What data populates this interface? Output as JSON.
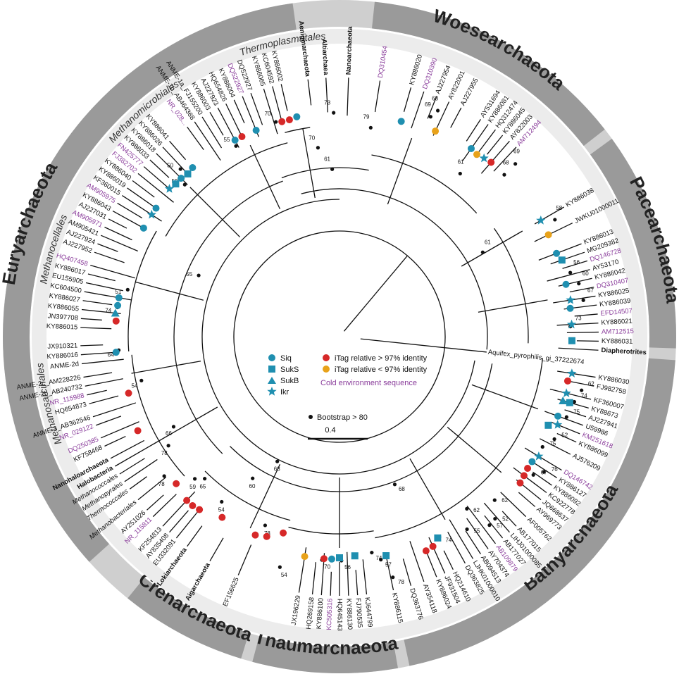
{
  "phyla": [
    {
      "name": "Woesearchaeota",
      "start": 6,
      "end": 52
    },
    {
      "name": "Pacearchaeota",
      "start": 54,
      "end": 92
    },
    {
      "name": "Bathyarchaeota",
      "start": 94,
      "end": 168
    },
    {
      "name": "Thaumarchaeota",
      "start": 170,
      "end": 195
    },
    {
      "name": "Crenarchaeota",
      "start": 197,
      "end": 219
    },
    {
      "name": "Euryarchaeota",
      "start": 228,
      "end": 352
    }
  ],
  "orders": [
    {
      "name": "Thermoplasmatales",
      "start": 340,
      "end": 358
    },
    {
      "name": "Methanomicrobiales",
      "start": 300,
      "end": 338
    },
    {
      "name": "Methanocellales",
      "start": 276,
      "end": 298
    },
    {
      "name": "Methanosarcinales",
      "start": 240,
      "end": 274
    }
  ],
  "leaves": [
    {
      "t": "Aenigmarchaeota",
      "a": 353,
      "s": "bold"
    },
    {
      "t": "Altiarchaea",
      "a": 357,
      "s": "bold"
    },
    {
      "t": "Nanoarchaeota",
      "a": 2,
      "s": "bold"
    },
    {
      "t": "DQ310454",
      "a": 9,
      "s": "cold"
    },
    {
      "t": "KY886020",
      "a": 16
    },
    {
      "t": "DQ310390",
      "a": 19,
      "s": "cold"
    },
    {
      "t": "AJ227954",
      "a": 22
    },
    {
      "t": "AY822001",
      "a": 25
    },
    {
      "t": "AJ227955",
      "a": 28
    },
    {
      "t": "AY531694",
      "a": 33
    },
    {
      "t": "KY886081",
      "a": 35
    },
    {
      "t": "HQ312474",
      "a": 37
    },
    {
      "t": "KY886045",
      "a": 39
    },
    {
      "t": "AY822003",
      "a": 41
    },
    {
      "t": "AM712494",
      "a": 43,
      "s": "cold"
    },
    {
      "t": "KY886038",
      "a": 60
    },
    {
      "t": "JWKU01000011",
      "a": 64
    },
    {
      "t": "KY886013",
      "a": 69
    },
    {
      "t": "MG209382",
      "a": 71
    },
    {
      "t": "DQ146728",
      "a": 73,
      "s": "cold"
    },
    {
      "t": "AY53170",
      "a": 75
    },
    {
      "t": "KY886042",
      "a": 77
    },
    {
      "t": "DQ310407",
      "a": 79,
      "s": "cold"
    },
    {
      "t": "KY886025",
      "a": 81
    },
    {
      "t": "KY886039",
      "a": 83
    },
    {
      "t": "EFD14507",
      "a": 85,
      "s": "cold"
    },
    {
      "t": "KY886021",
      "a": 87
    },
    {
      "t": "AM712515",
      "a": 89,
      "s": "cold"
    },
    {
      "t": "KY886031",
      "a": 91
    },
    {
      "t": "Diapherotrites",
      "a": 93,
      "s": "bold"
    },
    {
      "t": "Aquifex_pyrophilis_gi_37222674",
      "a": 96
    },
    {
      "t": "KY886030",
      "a": 99
    },
    {
      "t": "FJ982758",
      "a": 101
    },
    {
      "t": "KF360007",
      "a": 104
    },
    {
      "t": "KY88673",
      "a": 106
    },
    {
      "t": "AJ227941",
      "a": 108
    },
    {
      "t": "U59986",
      "a": 110
    },
    {
      "t": "KM251618",
      "a": 112,
      "s": "cold"
    },
    {
      "t": "KY886099",
      "a": 114
    },
    {
      "t": "AJ576209",
      "a": 117
    },
    {
      "t": "DQ146742",
      "a": 121,
      "s": "cold"
    },
    {
      "t": "KY886127",
      "a": 123
    },
    {
      "t": "KY886092",
      "a": 125
    },
    {
      "t": "KC922778",
      "a": 127
    },
    {
      "t": "JQ668637",
      "a": 129
    },
    {
      "t": "AY969773",
      "a": 131
    },
    {
      "t": "AF005762",
      "a": 134
    },
    {
      "t": "AB177015",
      "a": 137
    },
    {
      "t": "LIHJ01000085",
      "a": 139
    },
    {
      "t": "AB177027",
      "a": 141
    },
    {
      "t": "AB109879",
      "a": 143,
      "s": "cold"
    },
    {
      "t": "AY704374",
      "a": 145
    },
    {
      "t": "AB094513",
      "a": 147
    },
    {
      "t": "LJHK01000010",
      "a": 149
    },
    {
      "t": "DQ363825",
      "a": 151
    },
    {
      "t": "HQ214610",
      "a": 154
    },
    {
      "t": "JF931504",
      "a": 156
    },
    {
      "t": "KY886024",
      "a": 158
    },
    {
      "t": "AY354118",
      "a": 161
    },
    {
      "t": "DQ363776",
      "a": 164
    },
    {
      "t": "KY886115",
      "a": 168
    },
    {
      "t": "KJ644799",
      "a": 174
    },
    {
      "t": "FJ790535",
      "a": 176
    },
    {
      "t": "KY886130",
      "a": 178
    },
    {
      "t": "HQ645143",
      "a": 180
    },
    {
      "t": "KC505316",
      "a": 182,
      "s": "cold"
    },
    {
      "t": "KY886100",
      "a": 184
    },
    {
      "t": "HQ269158",
      "a": 186
    },
    {
      "t": "JX196229",
      "a": 189
    },
    {
      "t": "EF156625",
      "a": 203
    },
    {
      "t": "Aigarchaeota",
      "a": 210,
      "s": "bold"
    },
    {
      "t": "Lokiarchaeota",
      "a": 216,
      "s": "bold"
    },
    {
      "t": "EU332091",
      "a": 219
    },
    {
      "t": "AY835408",
      "a": 221
    },
    {
      "t": "KF254813",
      "a": 223
    },
    {
      "t": "NR_115811",
      "a": 226,
      "s": "cold"
    },
    {
      "t": "AY251026",
      "a": 228
    },
    {
      "t": "Methanobacteriales",
      "a": 231,
      "s": "italic"
    },
    {
      "t": "Thermococcales",
      "a": 234,
      "s": "italic"
    },
    {
      "t": "Methanopyrales",
      "a": 236,
      "s": "italic"
    },
    {
      "t": "Methanococcales",
      "a": 238,
      "s": "italic"
    },
    {
      "t": "Halobacteria",
      "a": 240,
      "s": "bold"
    },
    {
      "t": "Nanohaloarchaeota",
      "a": 242,
      "s": "bold"
    },
    {
      "t": "KF758468",
      "a": 245
    },
    {
      "t": "DQ250385",
      "a": 247,
      "s": "cold"
    },
    {
      "t": "NR_029122",
      "a": 250,
      "s": "cold"
    },
    {
      "t": "ANME-3_AB362546",
      "a": 252
    },
    {
      "t": "HQ654873",
      "a": 255
    },
    {
      "t": "NR_115988",
      "a": 257,
      "s": "cold"
    },
    {
      "t": "ANME-2b_AB240732",
      "a": 259
    },
    {
      "t": "ANME-2c_AM228226",
      "a": 261
    },
    {
      "t": "ANME-2d",
      "a": 264
    },
    {
      "t": "KY886016",
      "a": 266
    },
    {
      "t": "JX910321",
      "a": 268
    },
    {
      "t": "KY886015",
      "a": 272
    },
    {
      "t": "JN397708",
      "a": 274
    },
    {
      "t": "KY886055",
      "a": 276
    },
    {
      "t": "KY886027",
      "a": 278
    },
    {
      "t": "KC604500",
      "a": 280
    },
    {
      "t": "EU155905",
      "a": 282
    },
    {
      "t": "KY886017",
      "a": 284
    },
    {
      "t": "HQ407458",
      "a": 286,
      "s": "cold"
    },
    {
      "t": "AJ227952",
      "a": 289
    },
    {
      "t": "AJ227924",
      "a": 291
    },
    {
      "t": "AM905421",
      "a": 293
    },
    {
      "t": "AM905971",
      "a": 295,
      "s": "cold"
    },
    {
      "t": "AJ227031",
      "a": 297
    },
    {
      "t": "KY886043",
      "a": 299
    },
    {
      "t": "AM905975",
      "a": 301,
      "s": "cold"
    },
    {
      "t": "KF360015",
      "a": 303
    },
    {
      "t": "KY886019",
      "a": 305
    },
    {
      "t": "KY886040",
      "a": 307
    },
    {
      "t": "FJ382702",
      "a": 309,
      "s": "cold"
    },
    {
      "t": "FN425777",
      "a": 311,
      "s": "cold"
    },
    {
      "t": "KY886033",
      "a": 313
    },
    {
      "t": "KY886018",
      "a": 315
    },
    {
      "t": "KY886026",
      "a": 317
    },
    {
      "t": "KY886041",
      "a": 319
    },
    {
      "t": "NR_028...",
      "a": 324,
      "s": "cold"
    },
    {
      "t": "ANME-1b_AB464368",
      "a": 326
    },
    {
      "t": "ANME-1a_FJ155200",
      "a": 328
    },
    {
      "t": "KY886003",
      "a": 330
    },
    {
      "t": "AJ227923",
      "a": 332
    },
    {
      "t": "HQ654826",
      "a": 334
    },
    {
      "t": "KY886004",
      "a": 336
    },
    {
      "t": "DQ522927",
      "a": 338,
      "s": "cold"
    },
    {
      "t": "DQ522927",
      "a": 340
    },
    {
      "t": "KY886065",
      "a": 343
    },
    {
      "t": "KC604592",
      "a": 345
    },
    {
      "t": "KY886002",
      "a": 347
    }
  ],
  "bootstraps": [
    {
      "t": "61",
      "a": 356,
      "r": 250
    },
    {
      "t": "70",
      "a": 352,
      "r": 282
    },
    {
      "t": "73",
      "a": 357,
      "r": 330
    },
    {
      "t": "79",
      "a": 7,
      "r": 312
    },
    {
      "t": "70",
      "a": 342,
      "r": 330
    },
    {
      "t": "55",
      "a": 330,
      "r": 320
    },
    {
      "t": "69",
      "a": 21,
      "r": 350
    },
    {
      "t": "68",
      "a": 22,
      "r": 362
    },
    {
      "t": "61",
      "a": 35,
      "r": 300
    },
    {
      "t": "68",
      "a": 44,
      "r": 340
    },
    {
      "t": "69",
      "a": 44,
      "r": 362
    },
    {
      "t": "61",
      "a": 58,
      "r": 248
    },
    {
      "t": "58",
      "a": 60,
      "r": 360
    },
    {
      "t": "56",
      "a": 73,
      "r": 352
    },
    {
      "t": "60",
      "a": 76,
      "r": 360
    },
    {
      "t": "67",
      "a": 80,
      "r": 362
    },
    {
      "t": "73",
      "a": 86,
      "r": 340
    },
    {
      "t": "62",
      "a": 101,
      "r": 364
    },
    {
      "t": "74",
      "a": 104,
      "r": 358
    },
    {
      "t": "75",
      "a": 108,
      "r": 354
    },
    {
      "t": "52",
      "a": 114,
      "r": 350
    },
    {
      "t": "75",
      "a": 117,
      "r": 340
    },
    {
      "t": "76",
      "a": 122,
      "r": 360
    },
    {
      "t": "67",
      "a": 124,
      "r": 350
    },
    {
      "t": "62",
      "a": 135,
      "r": 332
    },
    {
      "t": "52",
      "a": 138,
      "r": 352
    },
    {
      "t": "57",
      "a": 140,
      "r": 354
    },
    {
      "t": "55",
      "a": 145,
      "r": 340
    },
    {
      "t": "74",
      "a": 152,
      "r": 330
    },
    {
      "t": "62",
      "a": 142,
      "r": 316
    },
    {
      "t": "78",
      "a": 166,
      "r": 362
    },
    {
      "t": "57",
      "a": 168,
      "r": 334
    },
    {
      "t": "74",
      "a": 170,
      "r": 322
    },
    {
      "t": "70",
      "a": 183,
      "r": 330
    },
    {
      "t": "56",
      "a": 178,
      "r": 330
    },
    {
      "t": "68",
      "a": 158,
      "r": 236
    },
    {
      "t": "68",
      "a": 205,
      "r": 210
    },
    {
      "t": "60",
      "a": 210,
      "r": 248
    },
    {
      "t": "78",
      "a": 200,
      "r": 300
    },
    {
      "t": "54",
      "a": 193,
      "r": 350
    },
    {
      "t": "54",
      "a": 214,
      "r": 300
    },
    {
      "t": "65",
      "a": 222,
      "r": 290
    },
    {
      "t": "59",
      "a": 224,
      "r": 300
    },
    {
      "t": "78",
      "a": 230,
      "r": 330
    },
    {
      "t": "78",
      "a": 236,
      "r": 300
    },
    {
      "t": "66",
      "a": 240,
      "r": 280
    },
    {
      "t": "54",
      "a": 256,
      "r": 300
    },
    {
      "t": "64",
      "a": 265,
      "r": 326
    },
    {
      "t": "74",
      "a": 276,
      "r": 330
    },
    {
      "t": "51",
      "a": 281,
      "r": 320
    },
    {
      "t": "55",
      "a": 292,
      "r": 230
    },
    {
      "t": "59",
      "a": 313,
      "r": 320
    },
    {
      "t": "50",
      "a": 315,
      "r": 340
    }
  ],
  "markers": [
    {
      "k": "circle",
      "c": "#1f8fb0",
      "a": 16,
      "r": 318
    },
    {
      "k": "circle",
      "c": "#e8a21a",
      "a": 25,
      "r": 322
    },
    {
      "k": "circle",
      "c": "#1f8fb0",
      "a": 35,
      "r": 326
    },
    {
      "k": "circle",
      "c": "#e8a21a",
      "a": 37,
      "r": 324
    },
    {
      "k": "circle",
      "c": "#d62828",
      "a": 41,
      "r": 328
    },
    {
      "k": "star",
      "c": "#1f8fb0",
      "a": 39,
      "r": 326
    },
    {
      "k": "star",
      "c": "#1f8fb0",
      "a": 60,
      "r": 330
    },
    {
      "k": "circle",
      "c": "#e8a21a",
      "a": 64,
      "r": 330
    },
    {
      "k": "circle",
      "c": "#1f8fb0",
      "a": 69,
      "r": 330
    },
    {
      "k": "square",
      "c": "#1f8fb0",
      "a": 71,
      "r": 334
    },
    {
      "k": "circle",
      "c": "#1f8fb0",
      "a": 77,
      "r": 330
    },
    {
      "k": "star",
      "c": "#1f8fb0",
      "a": 81,
      "r": 332
    },
    {
      "k": "circle",
      "c": "#1f8fb0",
      "a": 83,
      "r": 330
    },
    {
      "k": "star",
      "c": "#1f8fb0",
      "a": 87,
      "r": 330
    },
    {
      "k": "square",
      "c": "#1f8fb0",
      "a": 91,
      "r": 330
    },
    {
      "k": "star",
      "c": "#1f8fb0",
      "a": 99,
      "r": 334
    },
    {
      "k": "circle",
      "c": "#d62828",
      "a": 101,
      "r": 330
    },
    {
      "k": "star",
      "c": "#1f8fb0",
      "a": 104,
      "r": 332
    },
    {
      "k": "triangle",
      "c": "#1f8fb0",
      "a": 106,
      "r": 330
    },
    {
      "k": "square",
      "c": "#1f8fb0",
      "a": 106,
      "r": 340
    },
    {
      "k": "circle",
      "c": "#1f8fb0",
      "a": 110,
      "r": 330
    },
    {
      "k": "star",
      "c": "#1f8fb0",
      "a": 112,
      "r": 334
    },
    {
      "k": "square",
      "c": "#1f8fb0",
      "a": 113,
      "r": 322
    },
    {
      "k": "star",
      "c": "#1f8fb0",
      "a": 121,
      "r": 330
    },
    {
      "k": "circle",
      "c": "#1f8fb0",
      "a": 123,
      "r": 326
    },
    {
      "k": "circle",
      "c": "#d62828",
      "a": 125,
      "r": 326
    },
    {
      "k": "circle",
      "c": "#d62828",
      "a": 127,
      "r": 328
    },
    {
      "k": "circle",
      "c": "#d62828",
      "a": 129,
      "r": 330
    },
    {
      "k": "circle",
      "c": "#d62828",
      "a": 156,
      "r": 326
    },
    {
      "k": "circle",
      "c": "#d62828",
      "a": 158,
      "r": 328
    },
    {
      "k": "square",
      "c": "#1f8fb0",
      "a": 154,
      "r": 318
    },
    {
      "k": "square",
      "c": "#1f8fb0",
      "a": 168,
      "r": 318
    },
    {
      "k": "square",
      "c": "#1f8fb0",
      "a": 176,
      "r": 312
    },
    {
      "k": "square",
      "c": "#1f8fb0",
      "a": 180,
      "r": 314
    },
    {
      "k": "circle",
      "c": "#1f8fb0",
      "a": 182,
      "r": 316
    },
    {
      "k": "circle",
      "c": "#d62828",
      "a": 184,
      "r": 316
    },
    {
      "k": "circle",
      "c": "#e8a21a",
      "a": 189,
      "r": 316
    },
    {
      "k": "circle",
      "c": "#d62828",
      "a": 196,
      "r": 290
    },
    {
      "k": "circle",
      "c": "#d62828",
      "a": 200,
      "r": 302
    },
    {
      "k": "circle",
      "c": "#d62828",
      "a": 203,
      "r": 306
    },
    {
      "k": "circle",
      "c": "#d62828",
      "a": 213,
      "r": 306
    },
    {
      "k": "circle",
      "c": "#d62828",
      "a": 219,
      "r": 316
    },
    {
      "k": "circle",
      "c": "#d62828",
      "a": 221,
      "r": 318
    },
    {
      "k": "circle",
      "c": "#d62828",
      "a": 223,
      "r": 318
    },
    {
      "k": "circle",
      "c": "#d62828",
      "a": 228,
      "r": 312
    },
    {
      "k": "circle",
      "c": "#d62828",
      "a": 245,
      "r": 316
    },
    {
      "k": "circle",
      "c": "#d62828",
      "a": 255,
      "r": 310
    },
    {
      "k": "circle",
      "c": "#1f8fb0",
      "a": 266,
      "r": 318
    },
    {
      "k": "circle",
      "c": "#d62828",
      "a": 274,
      "r": 318
    },
    {
      "k": "triangle",
      "c": "#1f8fb0",
      "a": 276,
      "r": 320
    },
    {
      "k": "circle",
      "c": "#1f8fb0",
      "a": 278,
      "r": 318
    },
    {
      "k": "circle",
      "c": "#1f8fb0",
      "a": 280,
      "r": 318
    },
    {
      "k": "circle",
      "c": "#1f8fb0",
      "a": 299,
      "r": 318
    },
    {
      "k": "star",
      "c": "#1f8fb0",
      "a": 303,
      "r": 318
    },
    {
      "k": "circle",
      "c": "#1f8fb0",
      "a": 305,
      "r": 318
    },
    {
      "k": "star",
      "c": "#1f8fb0",
      "a": 311,
      "r": 320
    },
    {
      "k": "square",
      "c": "#1f8fb0",
      "a": 313,
      "r": 318
    },
    {
      "k": "circle",
      "c": "#1f8fb0",
      "a": 315,
      "r": 318
    },
    {
      "k": "square",
      "c": "#1f8fb0",
      "a": 317,
      "r": 316
    },
    {
      "k": "circle",
      "c": "#1f8fb0",
      "a": 319,
      "r": 318
    },
    {
      "k": "circle",
      "c": "#1f8fb0",
      "a": 332,
      "r": 316
    },
    {
      "k": "circle",
      "c": "#d62828",
      "a": 334,
      "r": 316
    },
    {
      "k": "circle",
      "c": "#1f8fb0",
      "a": 338,
      "r": 316
    },
    {
      "k": "circle",
      "c": "#d62828",
      "a": 345,
      "r": 316
    },
    {
      "k": "circle",
      "c": "#d62828",
      "a": 347,
      "r": 316
    },
    {
      "k": "circle",
      "c": "#1f8fb0",
      "a": 349,
      "r": 318
    }
  ],
  "legend": {
    "symbols": [
      {
        "k": "circle",
        "label": "Siq"
      },
      {
        "k": "square",
        "label": "SukS"
      },
      {
        "k": "triangle",
        "label": "SukB"
      },
      {
        "k": "star",
        "label": "Ikr"
      }
    ],
    "colors": [
      {
        "c": "#d62828",
        "label": "iTag relative > 97% identity"
      },
      {
        "c": "#e8a21a",
        "label": "iTag relative < 97% identity"
      }
    ],
    "cold_label": "Cold environment sequence",
    "bootstrap_label": "Bootstrap > 80",
    "scale_label": "0.4",
    "colors_key": {
      "siq": "#1f8fb0",
      "cold": "#8a3d9b"
    }
  }
}
